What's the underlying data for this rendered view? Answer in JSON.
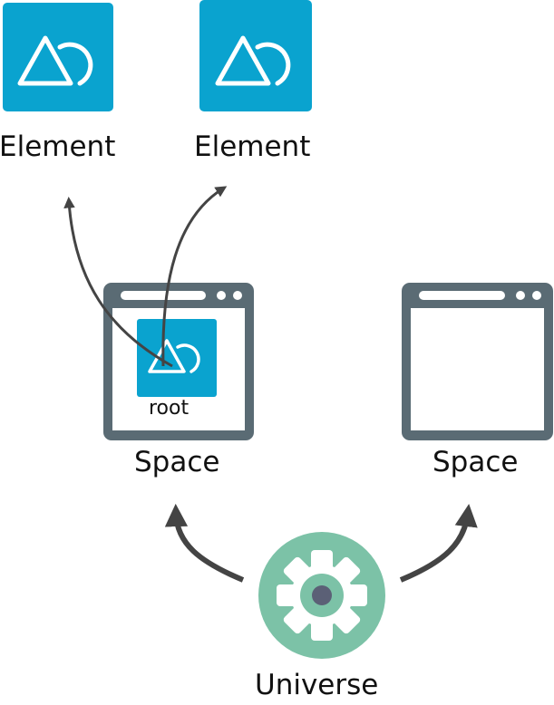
{
  "diagram": {
    "element_left": {
      "label": "Element",
      "icon": "element-logo-icon"
    },
    "element_right": {
      "label": "Element",
      "icon": "element-logo-icon"
    },
    "space_left": {
      "label": "Space",
      "icon": "window-icon",
      "root": {
        "label": "root",
        "icon": "element-logo-icon"
      }
    },
    "space_right": {
      "label": "Space",
      "icon": "window-icon"
    },
    "universe": {
      "label": "Universe",
      "icon": "gear-icon"
    },
    "colors": {
      "element_tile": "#0aa3cf",
      "window_frame": "#5a6b74",
      "gear_circle": "#7cc2a7",
      "gear_hub": "#5b6076",
      "arrow": "#444444"
    }
  }
}
